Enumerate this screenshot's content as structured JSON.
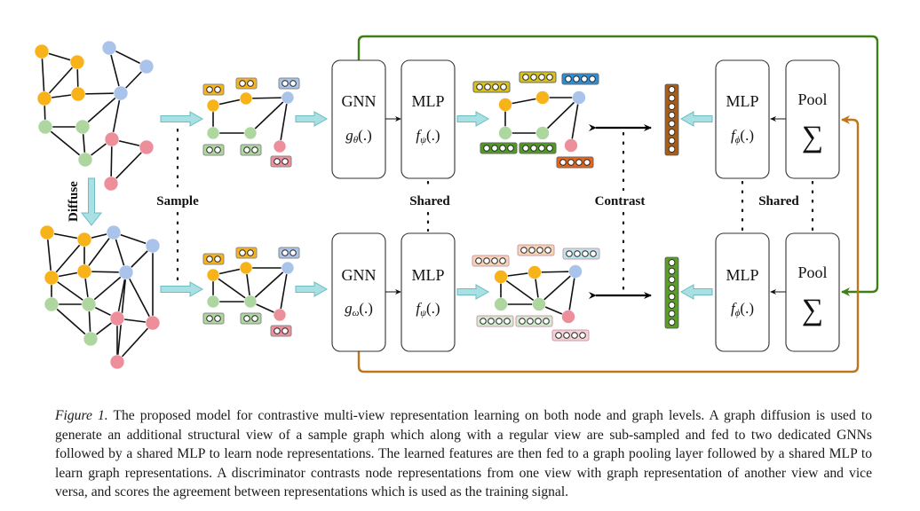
{
  "figure": {
    "labels": {
      "diffuse": "Diffuse",
      "sample": "Sample",
      "shared_left": "Shared",
      "contrast": "Contrast",
      "shared_right": "Shared"
    },
    "blocks": {
      "gnn_top": {
        "title": "GNN",
        "fn_main": "g",
        "fn_sub": "θ",
        "fn_tail": "(.)"
      },
      "mlp_top": {
        "title": "MLP",
        "fn_main": "f",
        "fn_sub": "ψ",
        "fn_tail": "(.)"
      },
      "gnn_bottom": {
        "title": "GNN",
        "fn_main": "g",
        "fn_sub": "ω",
        "fn_tail": "(.)"
      },
      "mlp_bottom": {
        "title": "MLP",
        "fn_main": "f",
        "fn_sub": "ψ",
        "fn_tail": "(.)"
      },
      "mlp_graph_top": {
        "title": "MLP",
        "fn_main": "f",
        "fn_sub": "ϕ",
        "fn_tail": "(.)"
      },
      "pool_top": {
        "title": "Pool",
        "symbol": "∑"
      },
      "mlp_graph_bottom": {
        "title": "MLP",
        "fn_main": "f",
        "fn_sub": "ϕ",
        "fn_tail": "(.)"
      },
      "pool_bottom": {
        "title": "Pool",
        "symbol": "∑"
      }
    },
    "colors": {
      "orange_node": "#f8b21a",
      "blue_node": "#a9c3ea",
      "green_node": "#aed7a0",
      "red_node": "#ec8f9a",
      "flow_arrow": "#a8e0e4",
      "feedback_green": "#3f7f17",
      "feedback_brown": "#c0741c",
      "graph_vec_top": "#a45e1c",
      "graph_vec_bottom": "#5a9d2a",
      "emb_top": [
        "#d8c21c",
        "#d8c21c",
        "#2a8fd8",
        "#4f9a22",
        "#4f9a22",
        "#e8641a"
      ],
      "emb_bottom": [
        "#f6d3b3",
        "#f6d3b3",
        "#bde6ea",
        "#d3ead0",
        "#d3ead0",
        "#f5d1d4"
      ]
    }
  },
  "caption": {
    "label": "Figure 1.",
    "text": " The proposed model for contrastive multi-view representation learning on both node and graph levels. A graph diffusion is used to generate an additional structural view of a sample graph which along with a regular view are sub-sampled and fed to two dedicated GNNs followed by a shared MLP to learn node representations. The learned features are then fed to a graph pooling layer followed by a shared MLP to learn graph representations. A discriminator contrasts node representations from one view with graph representation of another view and vice versa, and scores the agreement between representations which is used as the training signal."
  }
}
